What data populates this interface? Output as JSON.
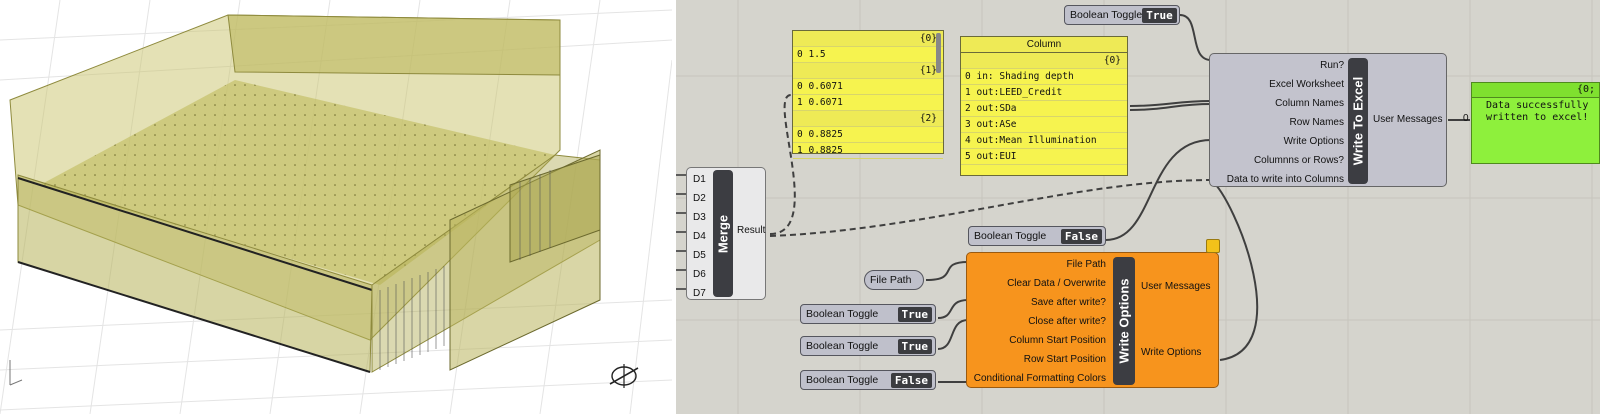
{
  "merge": {
    "title": "Merge",
    "inputs": [
      "D1",
      "D2",
      "D3",
      "D4",
      "D5",
      "D6",
      "D7"
    ],
    "output": "Result"
  },
  "panel_values": {
    "groups": [
      {
        "branch": "{0}",
        "rows": [
          {
            "index": "0",
            "value": "1.5"
          }
        ]
      },
      {
        "branch": "{1}",
        "rows": [
          {
            "index": "0",
            "value": "0.6071"
          },
          {
            "index": "1",
            "value": "0.6071"
          }
        ]
      },
      {
        "branch": "{2}",
        "rows": [
          {
            "index": "0",
            "value": "0.8825"
          },
          {
            "index": "1",
            "value": "0.8825"
          }
        ]
      }
    ]
  },
  "panel_columns": {
    "title": "Column",
    "branch": "{0}",
    "rows": [
      {
        "index": "0",
        "value": "in: Shading depth"
      },
      {
        "index": "1",
        "value": "out:LEED_Credit"
      },
      {
        "index": "2",
        "value": "out:SDa"
      },
      {
        "index": "3",
        "value": "out:ASe"
      },
      {
        "index": "4",
        "value": "out:Mean Illumination"
      },
      {
        "index": "5",
        "value": "out:EUI"
      }
    ]
  },
  "toggles": {
    "run": {
      "label": "Boolean Toggle",
      "value": "True"
    },
    "overwrite": {
      "label": "Boolean Toggle",
      "value": "False"
    },
    "save": {
      "label": "Boolean Toggle",
      "value": "True"
    },
    "close": {
      "label": "Boolean Toggle",
      "value": "True"
    },
    "formatting": {
      "label": "Boolean Toggle",
      "value": "False"
    }
  },
  "file_path": {
    "label": "File Path"
  },
  "write_to_excel": {
    "title": "Write To Excel",
    "inputs": [
      "Run?",
      "Excel Worksheet",
      "Column Names",
      "Row Names",
      "Write Options",
      "Columnns or Rows?",
      "Data to write into Columns"
    ],
    "output": "User Messages"
  },
  "write_options": {
    "title": "Write Options",
    "inputs": [
      "File Path",
      "Clear Data / Overwrite",
      "Save after write?",
      "Close after write?",
      "Column Start Position",
      "Row Start Position",
      "Conditional Formatting Colors"
    ],
    "outputs": [
      "User Messages",
      "Write Options"
    ]
  },
  "message_panel": {
    "branch": "{0;",
    "index": "0",
    "text": "Data successfully written to excel!"
  },
  "colors": {
    "canvas": "#d5d4cd",
    "component": "#c3c3cd",
    "orange": "#f7941d",
    "yellow_panel": "#f6f34f",
    "green_panel": "#8ef03c",
    "shading": "#b9b45c"
  },
  "icons": [
    "compass-icon",
    "axis-icon"
  ]
}
